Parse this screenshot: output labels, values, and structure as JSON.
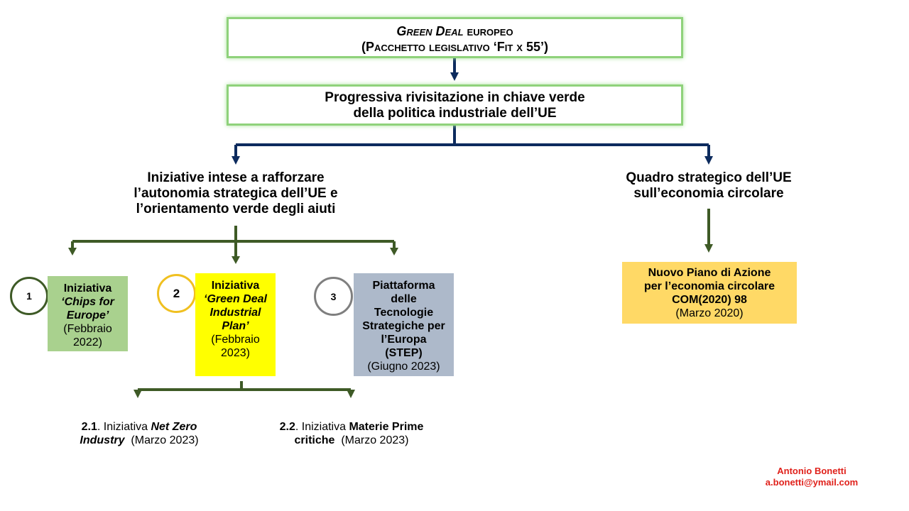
{
  "top_box": {
    "line1_italic": "Green Deal",
    "line1_rest": " europeo",
    "line2": "(Pacchetto legislativo ‘Fit x 55’)"
  },
  "second_box": {
    "line1": "Progressiva rivisitazione in chiave verde",
    "line2": "della politica industriale dell’UE"
  },
  "left_heading": {
    "line1": "Iniziative intese a rafforzare",
    "line2": "l’autonomia strategica dell’UE e",
    "line3": "l’orientamento verde degli aiuti"
  },
  "right_heading": {
    "line1": "Quadro strategico dell’UE",
    "line2": "sull’economia circolare"
  },
  "initiatives": [
    {
      "number": "1",
      "title": "Iniziativa",
      "name": "‘Chips for Europe’",
      "date": "(Febbraio 2022)"
    },
    {
      "number": "2",
      "title": "Iniziativa",
      "name": "‘Green Deal Industrial Plan’",
      "date": "(Febbraio 2023)"
    },
    {
      "number": "3",
      "title": "Piattaforma delle Tecnologie Strategiche per l’Europa (STEP)",
      "date": "(Giugno 2023)"
    }
  ],
  "circular_box": {
    "line1": "Nuovo Piano di Azione",
    "line2": "per l’economia  circolare",
    "line3": "COM(2020) 98",
    "date": "(Marzo 2020)"
  },
  "sub_initiatives": [
    {
      "num": "2.1",
      "label": ". Iniziativa ",
      "name_a": "Net Zero",
      "name_b": "Industry",
      "date": "(Marzo 2023)"
    },
    {
      "num": "2.2",
      "label": ". Iniziativa ",
      "name_a": "Materie Prime",
      "name_b": "critiche",
      "date": "(Marzo 2023)"
    }
  ],
  "signature": {
    "name": "Antonio  Bonetti",
    "email": "a.bonetti@ymail.com"
  },
  "colors": {
    "connector_navy": "#0d2b5e",
    "connector_green": "#3e5a26",
    "box_green_border": "#8fd27b",
    "init1_fill": "#a9d18e",
    "init2_fill": "#ffff00",
    "init3_fill": "#adb9ca",
    "circular_fill": "#ffd966",
    "circle1_border": "#3e5a26",
    "circle2_border": "#f0c020",
    "circle3_border": "#7f7f7f",
    "signature_red": "#e0211b"
  }
}
